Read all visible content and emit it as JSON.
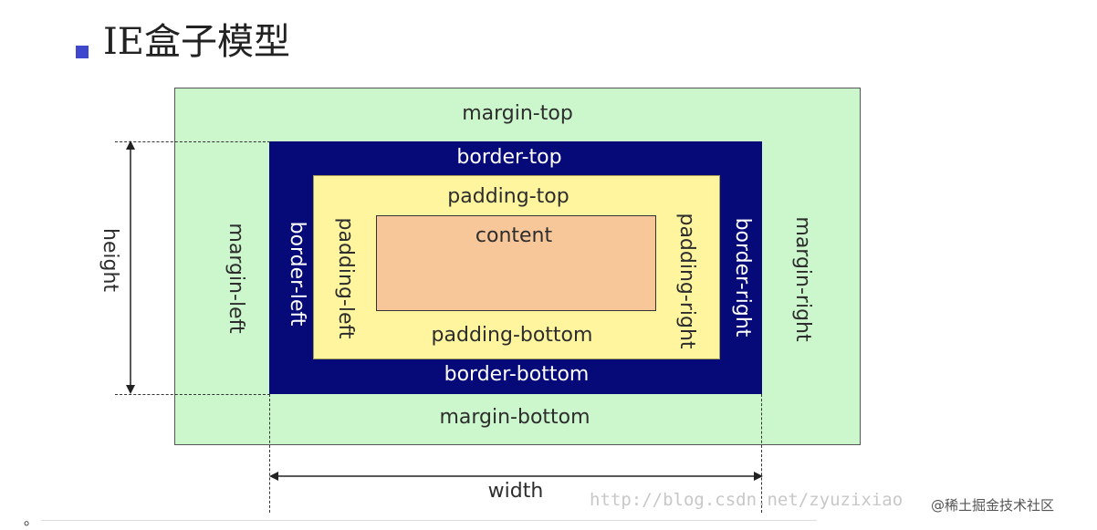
{
  "title": "IE盒子模型",
  "labels": {
    "margin_top": "margin-top",
    "margin_bottom": "margin-bottom",
    "margin_left": "margin-left",
    "margin_right": "margin-right",
    "border_top": "border-top",
    "border_bottom": "border-bottom",
    "border_left": "border-left",
    "border_right": "border-right",
    "padding_top": "padding-top",
    "padding_bottom": "padding-bottom",
    "padding_left": "padding-left",
    "padding_right": "padding-right",
    "content": "content",
    "height": "height",
    "width": "width"
  },
  "watermark": "http://blog.csdn.net/zyuzixiao",
  "corner_mark": "@稀土掘金技术社区",
  "trailing_punct": "。",
  "colors": {
    "margin": "#ccf7cc",
    "border": "#060a78",
    "padding": "#fff59e",
    "content": "#f7c699",
    "bullet": "#3f48cc"
  }
}
